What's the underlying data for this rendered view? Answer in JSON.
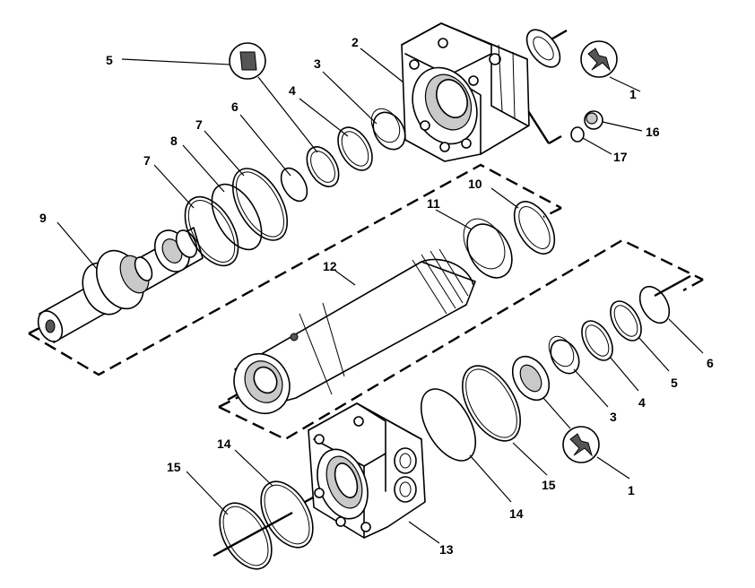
{
  "callouts": [
    {
      "id": "c1a",
      "label": "1"
    },
    {
      "id": "c1b",
      "label": "1"
    },
    {
      "id": "c2",
      "label": "2"
    },
    {
      "id": "c3a",
      "label": "3"
    },
    {
      "id": "c3b",
      "label": "3"
    },
    {
      "id": "c4a",
      "label": "4"
    },
    {
      "id": "c4b",
      "label": "4"
    },
    {
      "id": "c5a",
      "label": "5"
    },
    {
      "id": "c5b",
      "label": "5"
    },
    {
      "id": "c6a",
      "label": "6"
    },
    {
      "id": "c6b",
      "label": "6"
    },
    {
      "id": "c7a",
      "label": "7"
    },
    {
      "id": "c7b",
      "label": "7"
    },
    {
      "id": "c8",
      "label": "8"
    },
    {
      "id": "c9",
      "label": "9"
    },
    {
      "id": "c10",
      "label": "10"
    },
    {
      "id": "c11",
      "label": "11"
    },
    {
      "id": "c12",
      "label": "12"
    },
    {
      "id": "c13",
      "label": "13"
    },
    {
      "id": "c14a",
      "label": "14"
    },
    {
      "id": "c14b",
      "label": "14"
    },
    {
      "id": "c15a",
      "label": "15"
    },
    {
      "id": "c15b",
      "label": "15"
    },
    {
      "id": "c16",
      "label": "16"
    },
    {
      "id": "c17",
      "label": "17"
    }
  ]
}
